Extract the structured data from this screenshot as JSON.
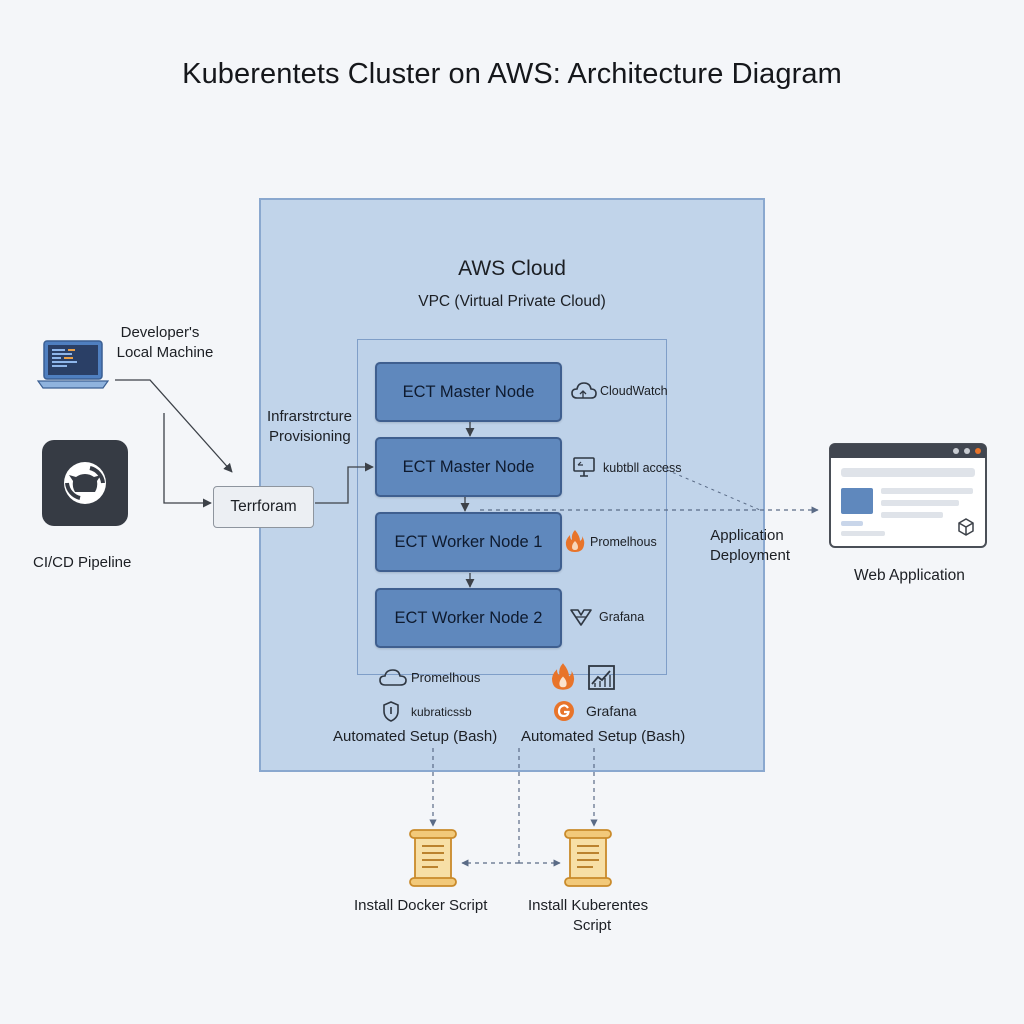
{
  "title": "Kuberentets Cluster on AWS: Architecture Diagram",
  "aws": {
    "title": "AWS Cloud",
    "vpc_label": "VPC (Virtual Private Cloud)"
  },
  "nodes": [
    {
      "label": "ECT Master Node",
      "side": "CloudWatch",
      "side_icon": "cloud-icon"
    },
    {
      "label": "ECT Master Node",
      "side": "kubtbll access",
      "side_icon": "monitor-icon"
    },
    {
      "label": "ECT Worker Node 1",
      "side": "Promelhous",
      "side_icon": "flame-icon"
    },
    {
      "label": "ECT Worker Node 2",
      "side": "Grafana",
      "side_icon": "grafana-icon"
    }
  ],
  "developer": {
    "label_line1": "Developer's",
    "label_line2": "Local Machine",
    "icon": "laptop-icon"
  },
  "cicd": {
    "label": "CI/CD Pipeline",
    "icon": "github-icon"
  },
  "infra": {
    "line1": "Infrarstrcture",
    "line2": "Provisioning"
  },
  "terraform": {
    "label": "Terrforam"
  },
  "bottom_left": {
    "item1": "Promelhous",
    "item1_icon": "cloud-icon",
    "item2": "kubraticssb",
    "item2_icon": "shield-icon",
    "setup": "Automated Setup (Bash)"
  },
  "bottom_right": {
    "icon1": "flame-icon",
    "icon2": "chart-icon",
    "item": "Grafana",
    "item_icon": "grafana-logo-icon",
    "setup": "Automated Setup (Bash)"
  },
  "app_deploy": {
    "line1": "Application",
    "line2": "Deployment"
  },
  "web_app": {
    "label": "Web Application",
    "icon": "browser-window-icon"
  },
  "scripts": [
    {
      "label_line1": "Install Docker Script",
      "label_line2": "",
      "icon": "scroll-icon"
    },
    {
      "label_line1": "Install Kuberentes",
      "label_line2": "Script",
      "icon": "scroll-icon"
    }
  ],
  "colors": {
    "aws_fill": "#c1d4ea",
    "aws_border": "#8aa8cf",
    "node_fill": "#5f88bd",
    "node_border": "#3f5f8f",
    "arrow": "#3c4148",
    "accent_orange": "#e8742a"
  }
}
